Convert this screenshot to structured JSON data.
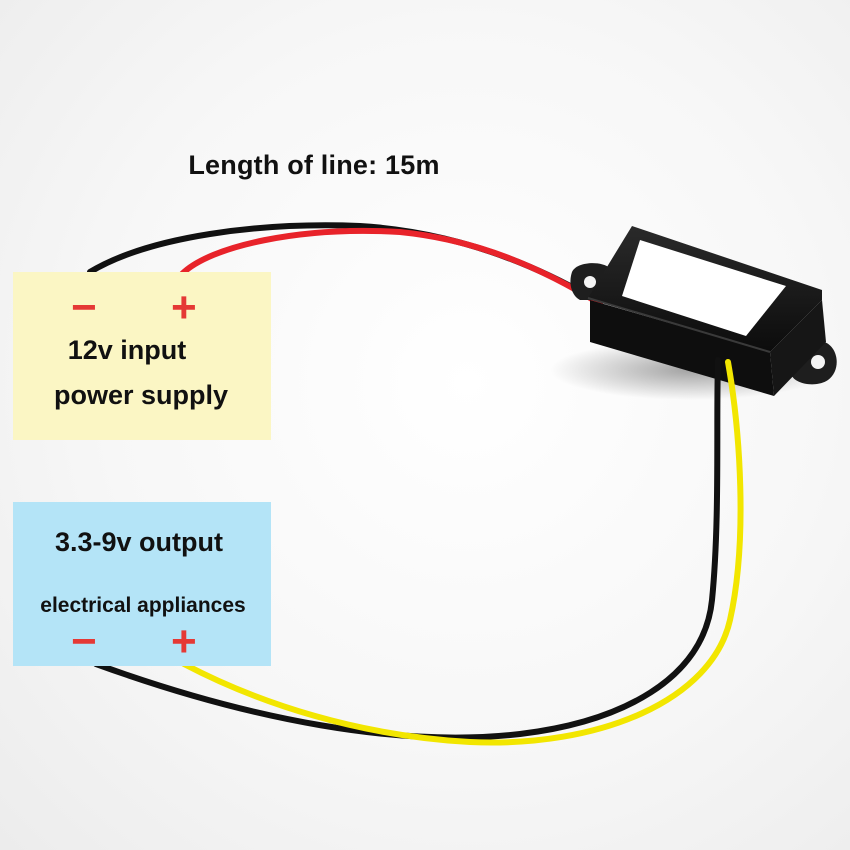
{
  "caption": "Length of line: 15m",
  "input_panel": {
    "minus": "−",
    "plus": "+",
    "line1": "12v input",
    "line2": "power supply",
    "color": "#fbf6c4"
  },
  "output_panel": {
    "line1": "3.3-9v output",
    "line2": "electrical appliances",
    "minus": "−",
    "plus": "+",
    "color": "#b4e4f7"
  },
  "wire_colors": {
    "positive_input": "#e8232a",
    "negative": "#111111",
    "positive_output": "#f2e600"
  },
  "module": {
    "body_color": "#1b1b1b",
    "label_color": "#ffffff"
  }
}
